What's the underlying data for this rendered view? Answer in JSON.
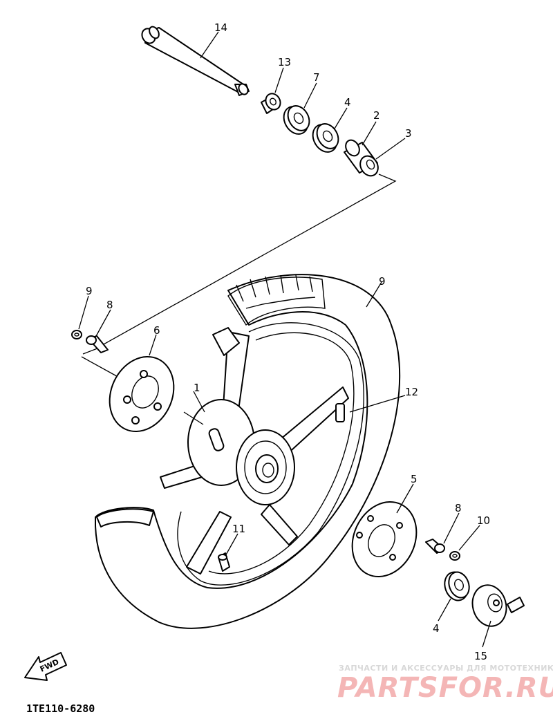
{
  "diagram": {
    "callouts": [
      {
        "id": "c1",
        "label": "1"
      },
      {
        "id": "c2",
        "label": "2"
      },
      {
        "id": "c3",
        "label": "3"
      },
      {
        "id": "c4a",
        "label": "4"
      },
      {
        "id": "c4b",
        "label": "4"
      },
      {
        "id": "c5",
        "label": "5"
      },
      {
        "id": "c6",
        "label": "6"
      },
      {
        "id": "c7",
        "label": "7"
      },
      {
        "id": "c8a",
        "label": "8"
      },
      {
        "id": "c8b",
        "label": "8"
      },
      {
        "id": "c9a",
        "label": "9"
      },
      {
        "id": "c9b",
        "label": "9"
      },
      {
        "id": "c10",
        "label": "10"
      },
      {
        "id": "c11",
        "label": "11"
      },
      {
        "id": "c12",
        "label": "12"
      },
      {
        "id": "c13",
        "label": "13"
      },
      {
        "id": "c14",
        "label": "14"
      },
      {
        "id": "c15",
        "label": "15"
      }
    ],
    "direction_label": "FWD",
    "diagram_code": "1TE110-6280"
  },
  "watermark": {
    "tagline": "ЗАПЧАСТИ И АКСЕССУАРЫ ДЛЯ МОТОТЕХНИКИ",
    "logo_text": "PARTSFOR.RU",
    "color": "#f4b6b6"
  }
}
